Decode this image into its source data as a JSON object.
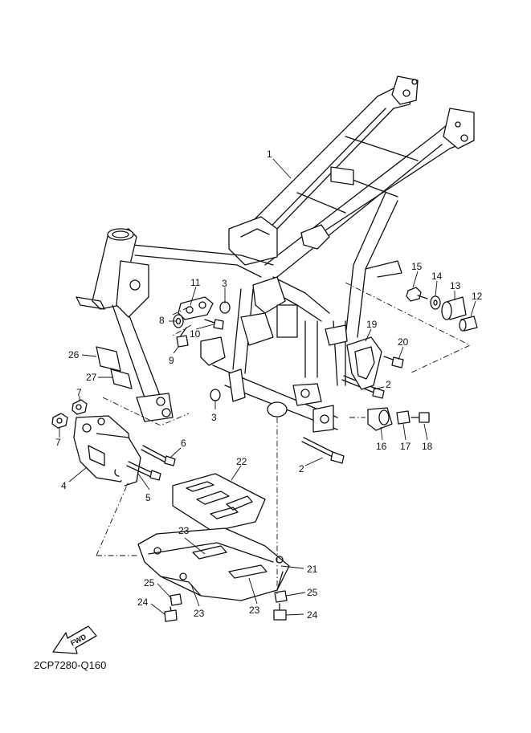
{
  "diagram_code": "2CP7280-Q160",
  "direction_label": "FWD",
  "callouts": [
    {
      "id": "c1",
      "label": "1"
    },
    {
      "id": "c2a",
      "label": "2"
    },
    {
      "id": "c2b",
      "label": "2"
    },
    {
      "id": "c3a",
      "label": "3"
    },
    {
      "id": "c3b",
      "label": "3"
    },
    {
      "id": "c4",
      "label": "4"
    },
    {
      "id": "c5",
      "label": "5"
    },
    {
      "id": "c6",
      "label": "6"
    },
    {
      "id": "c7a",
      "label": "7"
    },
    {
      "id": "c7b",
      "label": "7"
    },
    {
      "id": "c8",
      "label": "8"
    },
    {
      "id": "c9",
      "label": "9"
    },
    {
      "id": "c10",
      "label": "10"
    },
    {
      "id": "c11",
      "label": "11"
    },
    {
      "id": "c12",
      "label": "12"
    },
    {
      "id": "c13",
      "label": "13"
    },
    {
      "id": "c14",
      "label": "14"
    },
    {
      "id": "c15",
      "label": "15"
    },
    {
      "id": "c16",
      "label": "16"
    },
    {
      "id": "c17",
      "label": "17"
    },
    {
      "id": "c18",
      "label": "18"
    },
    {
      "id": "c19",
      "label": "19"
    },
    {
      "id": "c20",
      "label": "20"
    },
    {
      "id": "c21",
      "label": "21"
    },
    {
      "id": "c22",
      "label": "22"
    },
    {
      "id": "c23a",
      "label": "23"
    },
    {
      "id": "c23b",
      "label": "23"
    },
    {
      "id": "c23c",
      "label": "23"
    },
    {
      "id": "c24a",
      "label": "24"
    },
    {
      "id": "c24b",
      "label": "24"
    },
    {
      "id": "c25a",
      "label": "25"
    },
    {
      "id": "c25b",
      "label": "25"
    },
    {
      "id": "c26",
      "label": "26"
    },
    {
      "id": "c27",
      "label": "27"
    }
  ]
}
